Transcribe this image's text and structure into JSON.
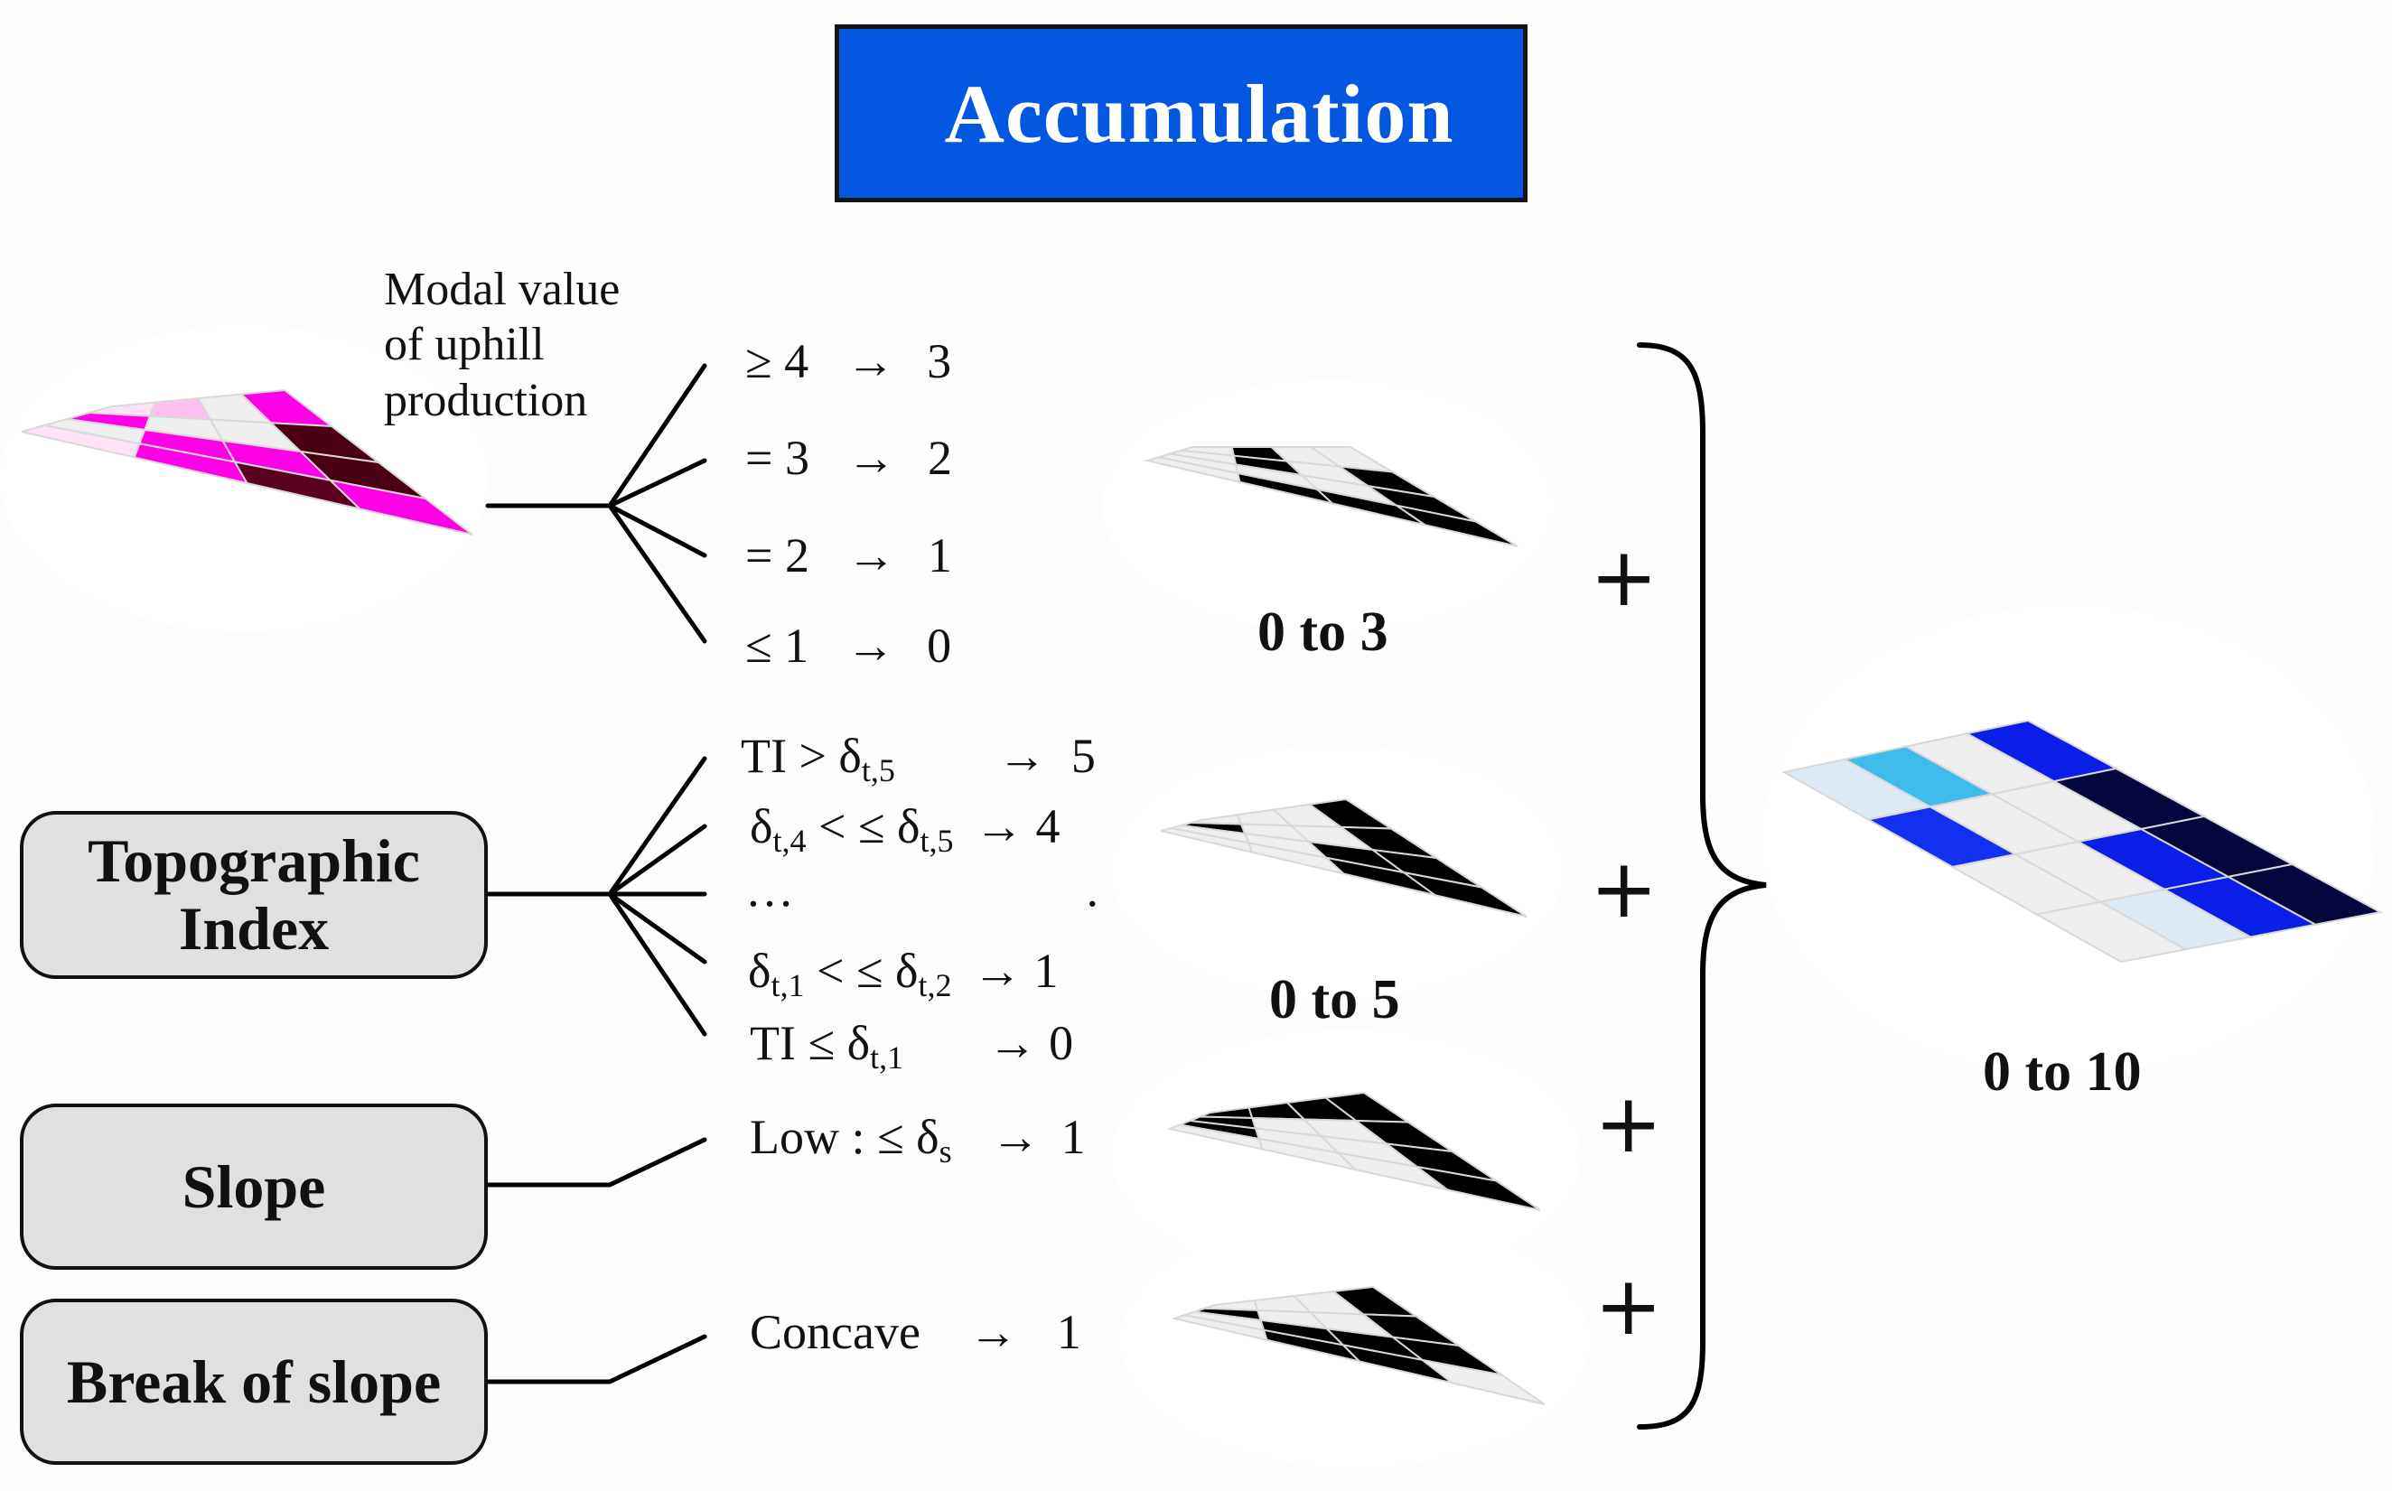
{
  "title": "Accumulation",
  "colors": {
    "title_bg": "#0457e0",
    "pill_bg": "#e0e0e0",
    "magenta": "#ff00e6",
    "magenta_light": "#ffbfef",
    "magenta_pale": "#ffe2f6",
    "maroon": "#4a0012",
    "maroon_dark": "#5a0020",
    "black": "#000000",
    "light_gray": "#eeeeee",
    "blue": "#0a1ee8",
    "blue_mid": "#1130f0",
    "cyan": "#3fbcec",
    "pale_blue": "#dde9f4",
    "navy": "#04063c"
  },
  "modal_label": {
    "line1": "Modal value",
    "line2": "of uphill",
    "line3": "production"
  },
  "modal_rules": [
    {
      "sym": "≥ 4",
      "arrow": "→",
      "out": "3"
    },
    {
      "sym": "= 3",
      "arrow": "→",
      "out": "2"
    },
    {
      "sym": "= 2",
      "arrow": "→",
      "out": "1"
    },
    {
      "sym": "≤ 1",
      "arrow": "→",
      "out": "0"
    }
  ],
  "ti_rules": {
    "r1": {
      "a": "TI > δ",
      "a_sub": "t,5",
      "arrow": "→",
      "out": "5"
    },
    "r2": {
      "a": "δ",
      "a_sub": "t,4",
      "b": " < ≤ δ",
      "b_sub": "t,5",
      "arrow": "→",
      "out": "4"
    },
    "r3": {
      "a": "…",
      "out": "."
    },
    "r4": {
      "a": "δ",
      "a_sub": "t,1",
      "b": " < ≤ δ",
      "b_sub": "t,2",
      "arrow": "→",
      "out": "1"
    },
    "r5": {
      "a": "TI ≤ δ",
      "a_sub": "t,1",
      "arrow": "→",
      "out": "0"
    }
  },
  "slope_rule": {
    "a": "Low : ≤ δ",
    "a_sub": "s",
    "arrow": "→",
    "out": "1"
  },
  "break_rule": {
    "a": "Concave",
    "arrow": "→",
    "out": "1"
  },
  "factors": {
    "topographic": {
      "line1": "Topographic",
      "line2": "Index"
    },
    "slope": "Slope",
    "break": "Break of slope"
  },
  "ranges": {
    "modal": "0 to 3",
    "ti": "0 to 5",
    "total": "0 to 10"
  },
  "plus_sign": "+",
  "grids": {
    "modal_input": [
      [
        "magenta_pale",
        "magenta_light",
        "light_gray",
        "magenta"
      ],
      [
        "magenta",
        "light_gray",
        "light_gray",
        "maroon"
      ],
      [
        "light_gray",
        "magenta",
        "magenta",
        "maroon"
      ],
      [
        "magenta_pale",
        "magenta",
        "maroon_dark",
        "magenta"
      ]
    ],
    "modal_output": [
      [
        "light_gray",
        "black",
        "light_gray",
        "light_gray"
      ],
      [
        "light_gray",
        "black",
        "light_gray",
        "black"
      ],
      [
        "light_gray",
        "light_gray",
        "light_gray",
        "black"
      ],
      [
        "light_gray",
        "black",
        "black",
        "black"
      ]
    ],
    "ti_output": [
      [
        "light_gray",
        "light_gray",
        "light_gray",
        "black"
      ],
      [
        "black",
        "light_gray",
        "light_gray",
        "black"
      ],
      [
        "light_gray",
        "light_gray",
        "black",
        "black"
      ],
      [
        "light_gray",
        "light_gray",
        "black",
        "black"
      ]
    ],
    "slope_output": [
      [
        "black",
        "black",
        "black",
        "black"
      ],
      [
        "black",
        "light_gray",
        "light_gray",
        "black"
      ],
      [
        "black",
        "light_gray",
        "light_gray",
        "black"
      ],
      [
        "light_gray",
        "light_gray",
        "light_gray",
        "black"
      ]
    ],
    "break_output": [
      [
        "light_gray",
        "light_gray",
        "light_gray",
        "black"
      ],
      [
        "black",
        "light_gray",
        "light_gray",
        "black"
      ],
      [
        "light_gray",
        "black",
        "black",
        "black"
      ],
      [
        "light_gray",
        "black",
        "black",
        "light_gray"
      ]
    ],
    "total_output": [
      [
        "pale_blue",
        "cyan",
        "light_gray",
        "blue"
      ],
      [
        "blue_mid",
        "light_gray",
        "light_gray",
        "navy"
      ],
      [
        "light_gray",
        "light_gray",
        "blue",
        "navy"
      ],
      [
        "light_gray",
        "pale_blue",
        "blue",
        "navy"
      ]
    ]
  }
}
